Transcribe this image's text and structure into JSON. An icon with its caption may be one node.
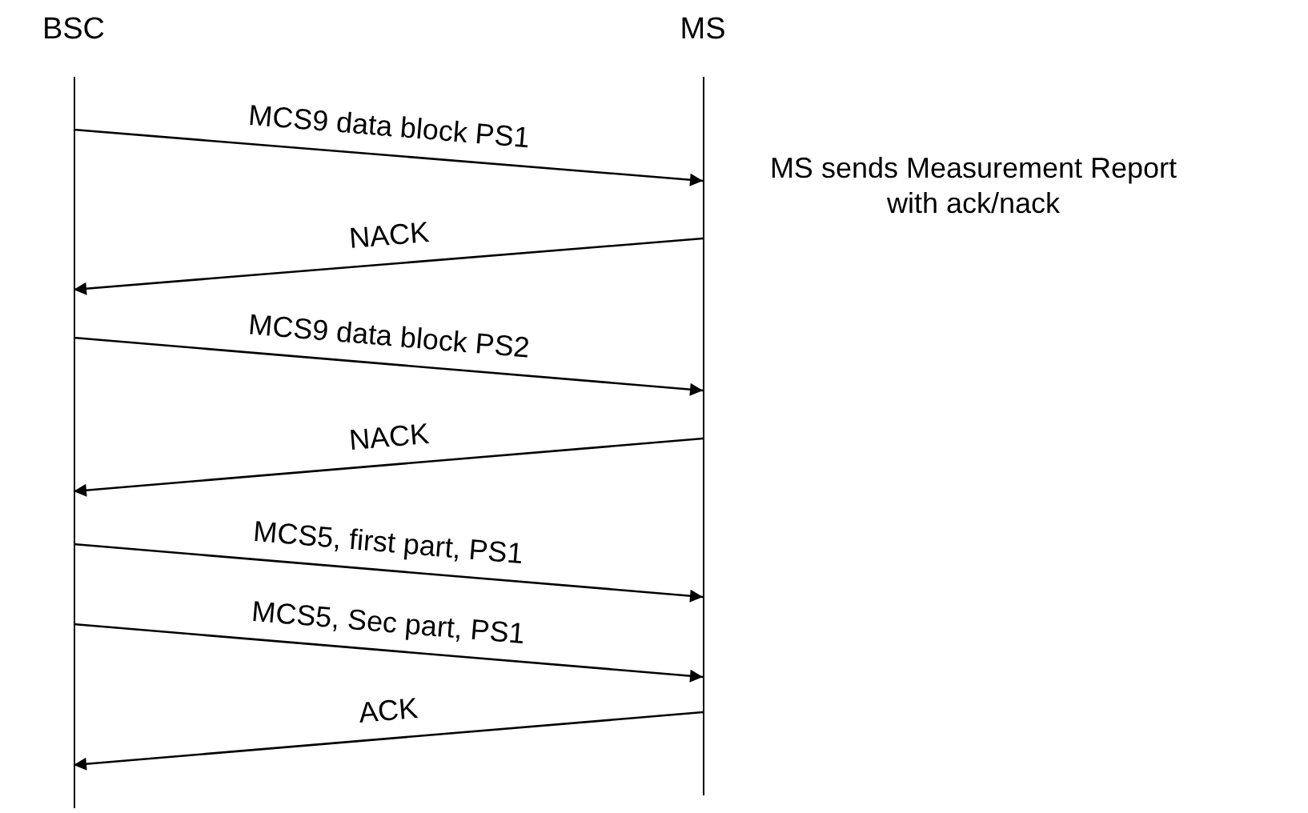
{
  "diagram": {
    "nodes": [
      {
        "text": [
          "BSC"
        ]
      },
      {
        "text": [
          "MS"
        ]
      }
    ],
    "edges": [
      {
        "from": 0,
        "to": 1,
        "arrow": "to",
        "label": "MCS9 data block PS1"
      },
      {
        "from": 1,
        "to": 0,
        "arrow": "to",
        "label": "NACK"
      },
      {
        "from": 0,
        "to": 1,
        "arrow": "to",
        "label": "MCS9 data block PS2"
      },
      {
        "from": 1,
        "to": 0,
        "arrow": "to",
        "label": "NACK"
      },
      {
        "from": 0,
        "to": 1,
        "arrow": "to",
        "label": "MCS5, first part, PS1"
      },
      {
        "from": 0,
        "to": 1,
        "arrow": "to",
        "label": "MCS5, Sec part, PS1"
      },
      {
        "from": 1,
        "to": 0,
        "arrow": "to",
        "label": "ACK"
      }
    ],
    "labels": [
      "MS sends Measurement Report with ack/nack"
    ]
  }
}
